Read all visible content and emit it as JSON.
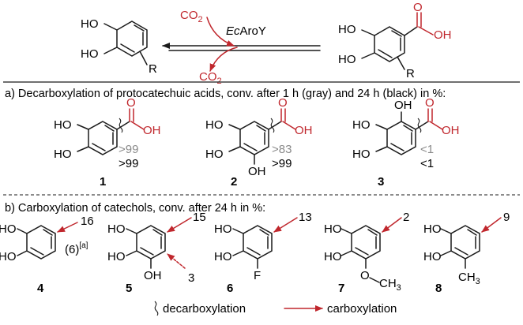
{
  "colors": {
    "red": "#c0272d",
    "gray": "#8a8a8a",
    "black": "#1a1a1a"
  },
  "top": {
    "ho": "HO",
    "r": "R",
    "co2": "CO",
    "co2_sub": "2",
    "enzyme_italic": "Ec",
    "enzyme_rest": "AroY",
    "o": "O",
    "oh": "OH"
  },
  "section_a": {
    "title": "a) Decarboxylation of protocatechuic acids, conv. after 1 h (gray) and 24 h (black) in %:",
    "compounds": [
      {
        "number": "1",
        "conv_1h": ">99",
        "conv_24h": ">99"
      },
      {
        "number": "2",
        "conv_1h": ">83",
        "conv_24h": ">99"
      },
      {
        "number": "3",
        "conv_1h": "<1",
        "conv_24h": "<1"
      }
    ]
  },
  "section_b": {
    "title": "b) Carboxylation of catechols, conv. after 24 h in %:",
    "compounds": [
      {
        "number": "4",
        "conv": "16",
        "note": "(6)",
        "note_sup": "[a]"
      },
      {
        "number": "5",
        "conv": "15",
        "conv_minor": "3"
      },
      {
        "number": "6",
        "conv": "13",
        "substituent": "F"
      },
      {
        "number": "7",
        "conv": "2",
        "substituent": "O",
        "sub_rest": "CH",
        "sub_sub": "3"
      },
      {
        "number": "8",
        "conv": "9",
        "substituent": "CH",
        "sub_sub": "3"
      }
    ]
  },
  "legend": {
    "decarboxylation": "decarboxylation",
    "carboxylation": "carboxylation"
  }
}
